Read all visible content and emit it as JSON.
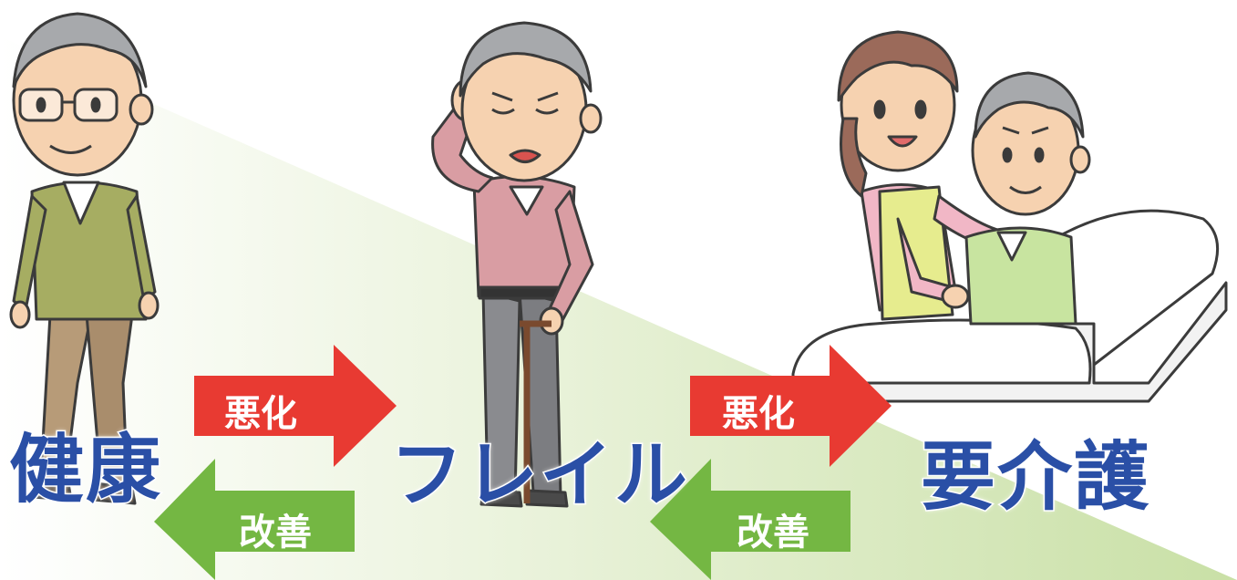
{
  "stages": {
    "health": "健康",
    "frailty": "フレイル",
    "care": "要介護"
  },
  "arrows": {
    "worse_label": "悪化",
    "better_label": "改善"
  },
  "colors": {
    "stage_text": "#2a4fa6",
    "worse_arrow": "#e83a32",
    "better_arrow": "#74b743",
    "slope_fill": "#cfe3b0"
  },
  "icons": [
    "healthy-elderly-man",
    "frail-elderly-man-with-cane",
    "caregiver-with-bedridden-elderly-man"
  ]
}
